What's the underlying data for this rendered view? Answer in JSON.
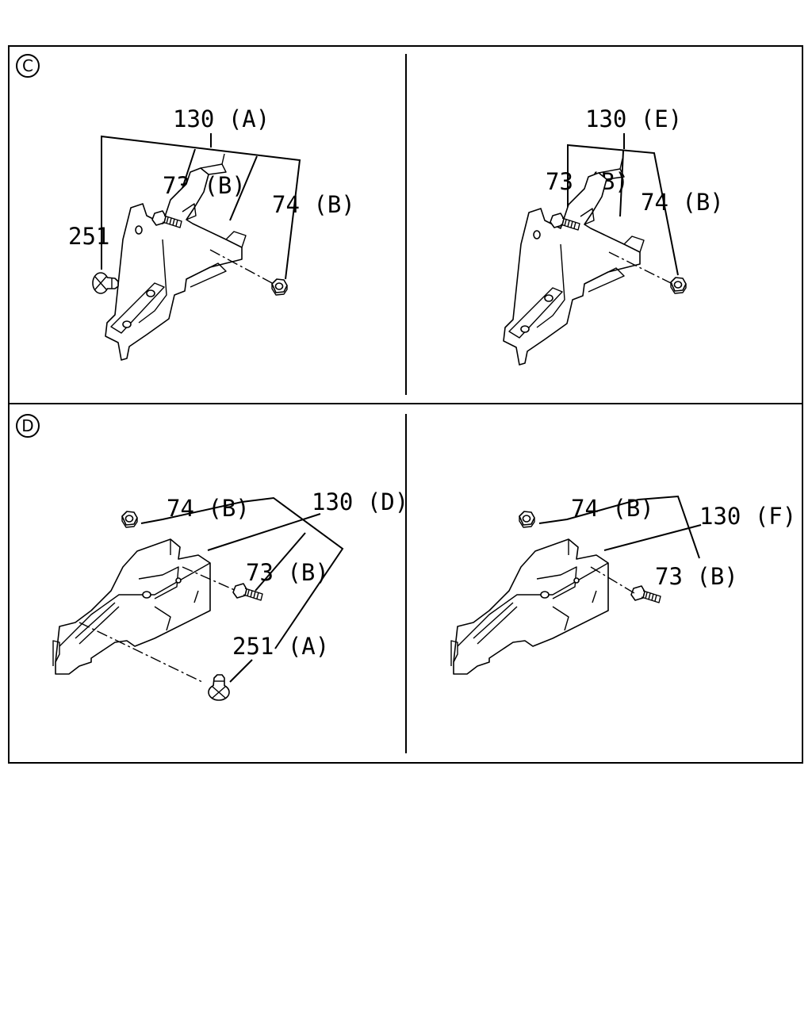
{
  "sections": [
    {
      "id": "C",
      "panels": [
        {
          "labels": [
            "130 (A)",
            "73 (B)",
            "74 (B)",
            "251 (A)"
          ]
        },
        {
          "labels": [
            "130 (E)",
            "73 (B)",
            "74 (B)"
          ]
        }
      ]
    },
    {
      "id": "D",
      "panels": [
        {
          "labels": [
            "74 (B)",
            "130 (D)",
            "73 (B)",
            "251 (A)"
          ]
        },
        {
          "labels": [
            "74 (B)",
            "130 (F)",
            "73 (B)"
          ]
        }
      ]
    }
  ],
  "colors": {
    "line": "#000000",
    "background": "#ffffff"
  }
}
